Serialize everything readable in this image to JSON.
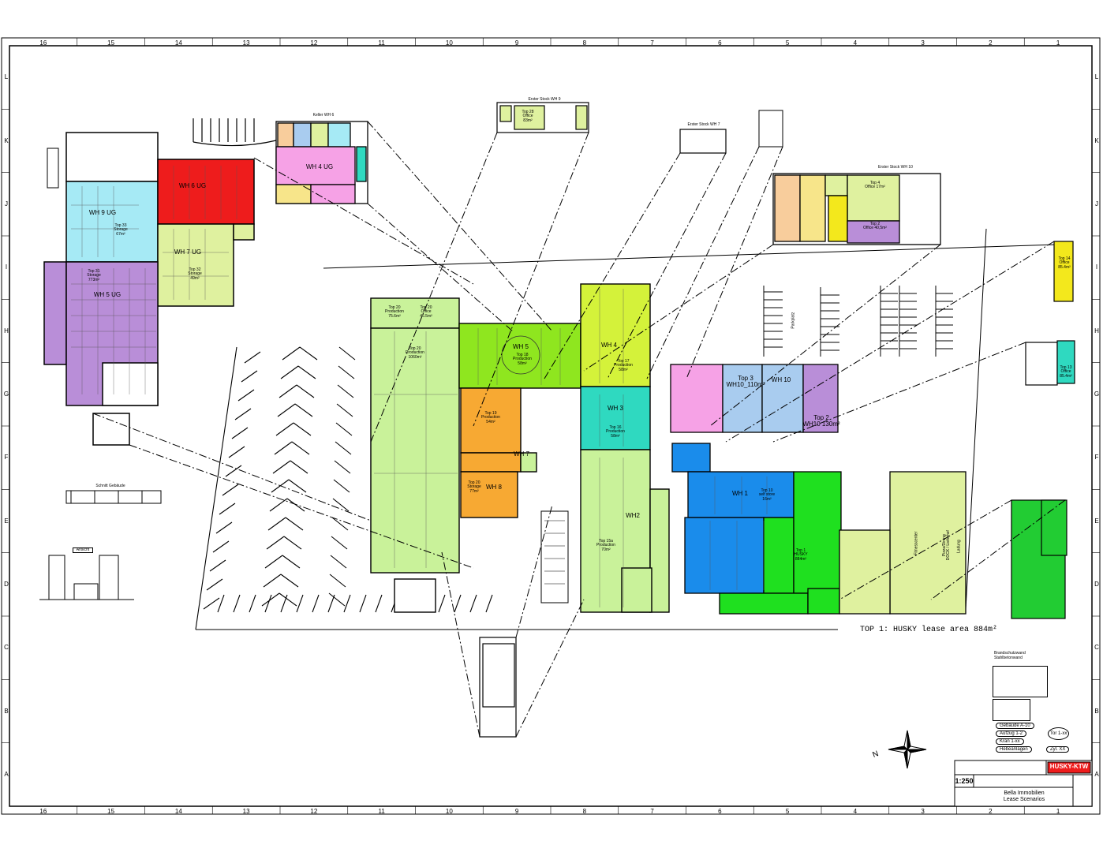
{
  "frame": {
    "columns": [
      "16",
      "15",
      "14",
      "13",
      "12",
      "11",
      "10",
      "9",
      "8",
      "7",
      "6",
      "5",
      "4",
      "3",
      "2",
      "1"
    ],
    "rows": [
      "L",
      "K",
      "J",
      "I",
      "H",
      "G",
      "F",
      "E",
      "D",
      "C",
      "B",
      "A"
    ]
  },
  "colors": {
    "wh9_cyan": "#a6eaf5",
    "wh6_purple": "#b98ed8",
    "wh6_red": "#ee1c1c",
    "wh7_lime": "#dff19f",
    "wh4_pink": "#f6a2e6",
    "prod_green": "#c9f29a",
    "wh5_green": "#8fe61f",
    "orange": "#f7a933",
    "yellow_green": "#d4f23a",
    "teal": "#2fd9c0",
    "blue": "#1a8ceb",
    "lightblue": "#a9ccef",
    "green": "#1fe01f",
    "bright_green": "#22cc33",
    "yellow": "#f3e81c",
    "peach": "#f8cd9c"
  },
  "building_labels": {
    "wh9_ug": "WH 9 UG",
    "wh6_ug": "WH 6 UG",
    "wh7_ug": "WH 7 UG",
    "wh5_ug": "WH 5 UG",
    "wh4_ug": "WH 4 UG",
    "top_storage_a": "Top 33\nStorage\n67m²",
    "top_storage_b": "Top 32\nStorage\n49m²",
    "top_storage_c": "Top 31\nStorage\n773m²",
    "wh5": "WH 5",
    "wh5_top": "Top 18\nProduction\n58m²",
    "wh4": "WH 4",
    "wh4_top": "Top 17\nProduction\n58m²",
    "wh3": "WH 3",
    "wh3_top": "Top 16\nProduction\n58m²",
    "wh2": "WH2",
    "wh2_top": "Top 15a\nProduction\n70m²",
    "wh6_prod": "Top 20\nProduction\n1060m²",
    "wh6_office": "Top 20\nOffice\n46.5m²",
    "wh6_prod_small": "Top 20\nProduction\n75.6m²",
    "wh7": "WH 7",
    "wh7_top": "Top 19\nProduction\n54m²",
    "wh8": "WH 8",
    "wh8_top": "Top 20\nStorage\n77m²",
    "wh1": "WH 1",
    "wh1_top": "Top 10\nself store\n16m²",
    "wh10": "WH 10",
    "top3": "Top 3\nWH10_110m²",
    "top2": "Top 2\nWH10 130m²",
    "top1": "Top 1\nHUSKY\n884m²",
    "wh10_first": "Erster Stock WH 10",
    "wh10_office": "Top 4\nOffice 17m²",
    "wh10_top2": "Top 2\nOffice 40,5m²",
    "wh9_first": "Erster Stock WH 9",
    "wh7_first": "Erster Stock WH 7",
    "wh6_keller": "Keller WH 6",
    "green_office": "Top 28\nOffice\n83m²",
    "right_top": "Top 14\nOffice\n85.4m²",
    "right_top2": "Top 13\nOffice\n85.4m²",
    "parkplatz": "Parkplatz",
    "ladung": "Ladung",
    "pizza": "Pizza/Dining\nDOCK / Lieferhof",
    "fitness": "Fitnesscenter"
  },
  "annotation": {
    "husky": "TOP 1: HUSKY lease area 884m²"
  },
  "legend": {
    "line1": "Brandschutzwand",
    "line2": "Stahlbetonwand",
    "pills": [
      "Gebäude A-10",
      "Aufzug 1-2",
      "Kran 1-xx",
      "Hebeanlagen"
    ],
    "circle1": "Tor 1-xx",
    "circle2": "Zyl. XX"
  },
  "titleblock": {
    "scale": "1:250",
    "client": "Bella Immobilien",
    "project": "Lease Scenarios",
    "brand": "HUSKY-KTW",
    "north": "N"
  },
  "misc": {
    "elevation_label": "Ansicht",
    "section_label": "Schnitt Gebäude"
  }
}
